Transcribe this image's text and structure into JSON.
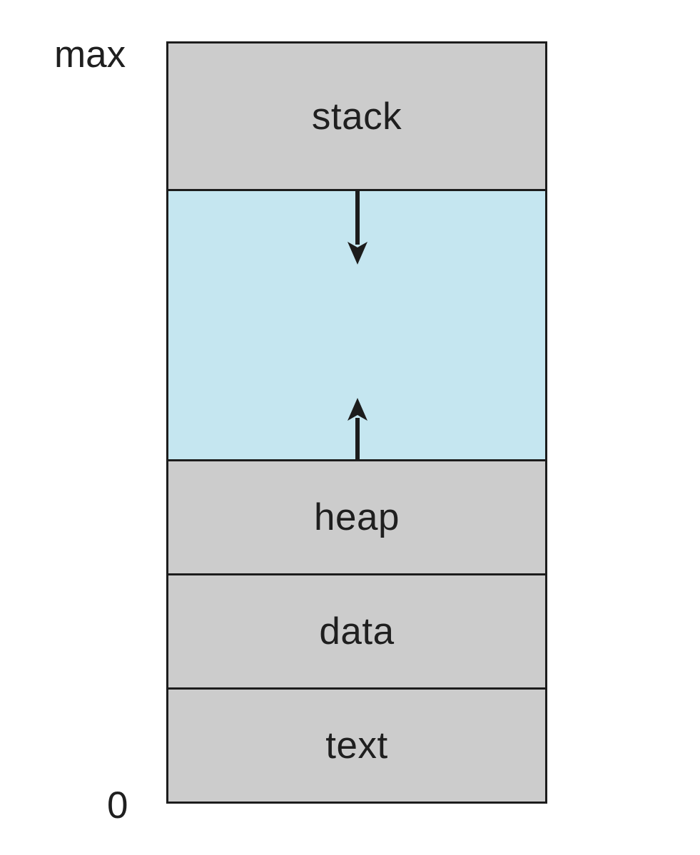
{
  "figure": {
    "kind": "process-memory-layout-diagram",
    "axis": {
      "top_label": "max",
      "bottom_label": "0"
    },
    "sections": [
      {
        "name": "stack",
        "label": "stack",
        "color": "#cccccc"
      },
      {
        "name": "free-space",
        "label": "",
        "color": "#c5e6f0"
      },
      {
        "name": "heap",
        "label": "heap",
        "color": "#cccccc"
      },
      {
        "name": "data",
        "label": "data",
        "color": "#cccccc"
      },
      {
        "name": "text",
        "label": "text",
        "color": "#cccccc"
      }
    ],
    "arrows": [
      {
        "name": "stack-growth-arrow",
        "direction": "down"
      },
      {
        "name": "heap-growth-arrow",
        "direction": "up"
      }
    ],
    "colors": {
      "background": "#ffffff",
      "border": "#1c1c1c",
      "label_text": "#1f1f1f",
      "section_gray": "#cccccc",
      "gap_blue": "#c5e6f0"
    }
  }
}
